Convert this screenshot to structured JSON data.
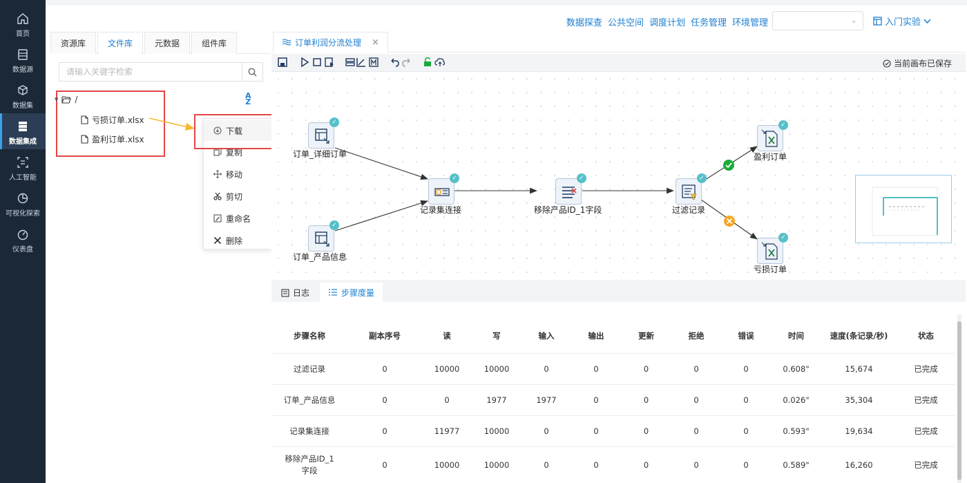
{
  "nav": {
    "items": [
      {
        "label": "首页",
        "icon": "home-icon"
      },
      {
        "label": "数据源",
        "icon": "database-icon"
      },
      {
        "label": "数据集",
        "icon": "cube-icon"
      },
      {
        "label": "数据集成",
        "icon": "server-stack-icon",
        "active": true
      },
      {
        "label": "人工智能",
        "icon": "ai-chip-icon"
      },
      {
        "label": "可视化探索",
        "icon": "pie-chart-icon"
      },
      {
        "label": "仪表盘",
        "icon": "gauge-icon"
      }
    ]
  },
  "topbar": {
    "links": [
      "数据探查",
      "公共空间",
      "调度计划",
      "任务管理",
      "环境管理"
    ],
    "select_value": "",
    "experiment_label": "入门实验"
  },
  "left_panel": {
    "tabs": [
      "资源库",
      "文件库",
      "元数据",
      "组件库"
    ],
    "active_tab": "文件库",
    "search_placeholder": "请输入关键字检索",
    "tree": {
      "root": "/",
      "files": [
        "亏损订单.xlsx",
        "盈利订单.xlsx"
      ]
    }
  },
  "context_menu": {
    "items": [
      "下载",
      "复制",
      "移动",
      "剪切",
      "重命名",
      "删除"
    ]
  },
  "editor": {
    "tab_title": "订单利润分流处理",
    "saved_status": "当前画布已保存"
  },
  "flow": {
    "nodes": [
      {
        "id": "n1",
        "label": "订单_详细订单"
      },
      {
        "id": "n2",
        "label": "订单_产品信息"
      },
      {
        "id": "n3",
        "label": "记录集连接"
      },
      {
        "id": "n4",
        "label": "移除产品ID_1字段"
      },
      {
        "id": "n5",
        "label": "过滤记录"
      },
      {
        "id": "n6",
        "label": "盈利订单"
      },
      {
        "id": "n7",
        "label": "亏损订单"
      }
    ]
  },
  "bottom": {
    "tabs": [
      "日志",
      "步骤度量"
    ],
    "active_tab": "步骤度量"
  },
  "metrics": {
    "columns": [
      "步骤名称",
      "副本序号",
      "读",
      "写",
      "输入",
      "输出",
      "更新",
      "拒绝",
      "错误",
      "时间",
      "速度(条记录/秒)",
      "状态"
    ],
    "rows": [
      [
        "过滤记录",
        "0",
        "10000",
        "10000",
        "0",
        "0",
        "0",
        "0",
        "0",
        "0.608\"",
        "15,674",
        "已完成"
      ],
      [
        "订单_产品信息",
        "0",
        "0",
        "1977",
        "1977",
        "0",
        "0",
        "0",
        "0",
        "0.026\"",
        "35,304",
        "已完成"
      ],
      [
        "记录集连接",
        "0",
        "11977",
        "10000",
        "0",
        "0",
        "0",
        "0",
        "0",
        "0.593\"",
        "19,634",
        "已完成"
      ],
      [
        "移除产品ID_1字段",
        "0",
        "10000",
        "10000",
        "0",
        "0",
        "0",
        "0",
        "0",
        "0.589\"",
        "16,260",
        "已完成"
      ]
    ]
  },
  "colors": {
    "accent": "#1e7fd0",
    "nav_bg": "#1b2838",
    "success": "#1aab3b",
    "fail": "#f5a623",
    "highlight_border": "#e34545"
  }
}
